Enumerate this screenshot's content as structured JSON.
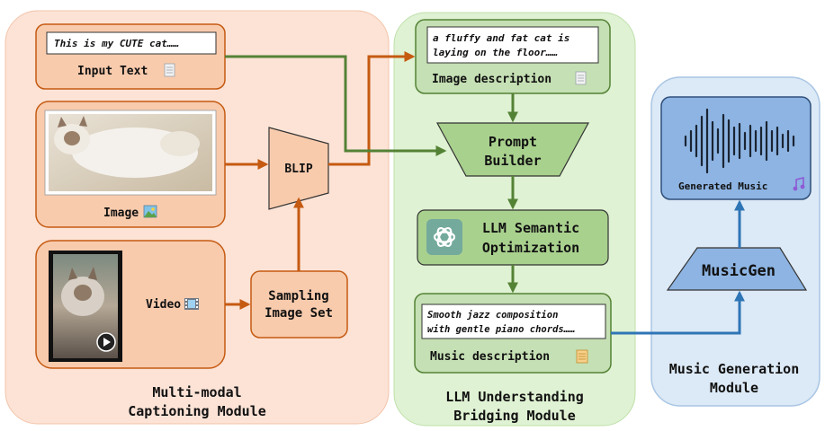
{
  "modules": {
    "captioning": {
      "title_line1": "Multi-modal",
      "title_line2": "Captioning Module"
    },
    "bridging": {
      "title_line1": "LLM Understanding",
      "title_line2": "Bridging Module"
    },
    "generation": {
      "title_line1": "Music Generation",
      "title_line2": "Module"
    }
  },
  "captioning": {
    "input_text_value": "This is my CUTE cat……",
    "input_text_label": "Input Text",
    "image_label": "Image",
    "video_label": "Video",
    "sampling_line1": "Sampling",
    "sampling_line2": "Image Set",
    "blip_label": "BLIP"
  },
  "bridging": {
    "image_desc_line1": "a fluffy and fat cat is",
    "image_desc_line2": "laying on the floor……",
    "image_desc_label": "Image description",
    "prompt_builder_line1": "Prompt",
    "prompt_builder_line2": "Builder",
    "llm_line1": "LLM Semantic",
    "llm_line2": "Optimization",
    "music_desc_line1": "Smooth jazz composition",
    "music_desc_line2": "with gentle piano chords……",
    "music_desc_label": "Music description"
  },
  "generation": {
    "generated_music_label": "Generated Music",
    "musicgen_label": "MusicGen"
  },
  "icons": [
    "document-icon",
    "picture-icon",
    "film-icon",
    "scroll-icon",
    "music-note-icon",
    "openai-logo-icon",
    "play-icon",
    "waveform-icon"
  ],
  "colors": {
    "captioning_bg": "#fce3d6",
    "bridging_bg": "#dff2d3",
    "generation_bg": "#dce9f6",
    "orange_arrow": "#c55a11",
    "green_arrow": "#548235",
    "blue_arrow": "#2e75b6"
  }
}
